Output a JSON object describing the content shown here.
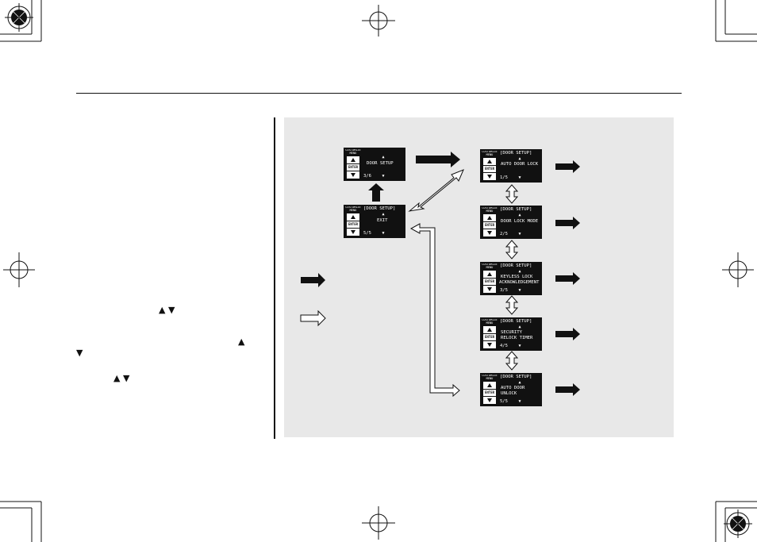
{
  "left_column": {
    "arrows_line1": "▲ ▼",
    "arrow_up": "▲",
    "arrow_down": "▼",
    "arrows_line3": "▲ ▼"
  },
  "panel_common": {
    "customize": "CUSTOMIZE",
    "menu": "MENU",
    "enter": "ENTER",
    "up": "▲",
    "down": "▼"
  },
  "panels": [
    {
      "id": "door-setup-menu",
      "title": "",
      "line1": "DOOR SETUP",
      "line2": "",
      "page": "3/6"
    },
    {
      "id": "exit",
      "title": "[DOOR SETUP]",
      "line1": "EXIT",
      "line2": "",
      "page": "5/5"
    },
    {
      "id": "auto-door-lock",
      "title": "[DOOR SETUP]",
      "line1": "AUTO DOOR LOCK",
      "line2": "",
      "page": "1/5"
    },
    {
      "id": "door-lock-mode",
      "title": "[DOOR SETUP]",
      "line1": "DOOR LOCK MODE",
      "line2": "",
      "page": "2/5"
    },
    {
      "id": "keyless-lock",
      "title": "[DOOR SETUP]",
      "line1": "KEYLESS LOCK",
      "line2": "ACKNOWLEDGEMENT",
      "page": "3/5"
    },
    {
      "id": "security-relock",
      "title": "[DOOR SETUP]",
      "line1": "SECURITY",
      "line2": "RELOCK TIMER",
      "page": "4/5"
    },
    {
      "id": "auto-door-unlock",
      "title": "[DOOR SETUP]",
      "line1": "AUTO DOOR",
      "line2": "UNLOCK",
      "page": "5/5"
    }
  ],
  "colors": {
    "figure_background": "#e8e8e8",
    "ink": "#111111",
    "paper": "#ffffff"
  },
  "icons": [
    "registration-crosshair-icon",
    "solid-arrow-icon",
    "hollow-arrow-icon",
    "double-headed-arrow-icon"
  ]
}
